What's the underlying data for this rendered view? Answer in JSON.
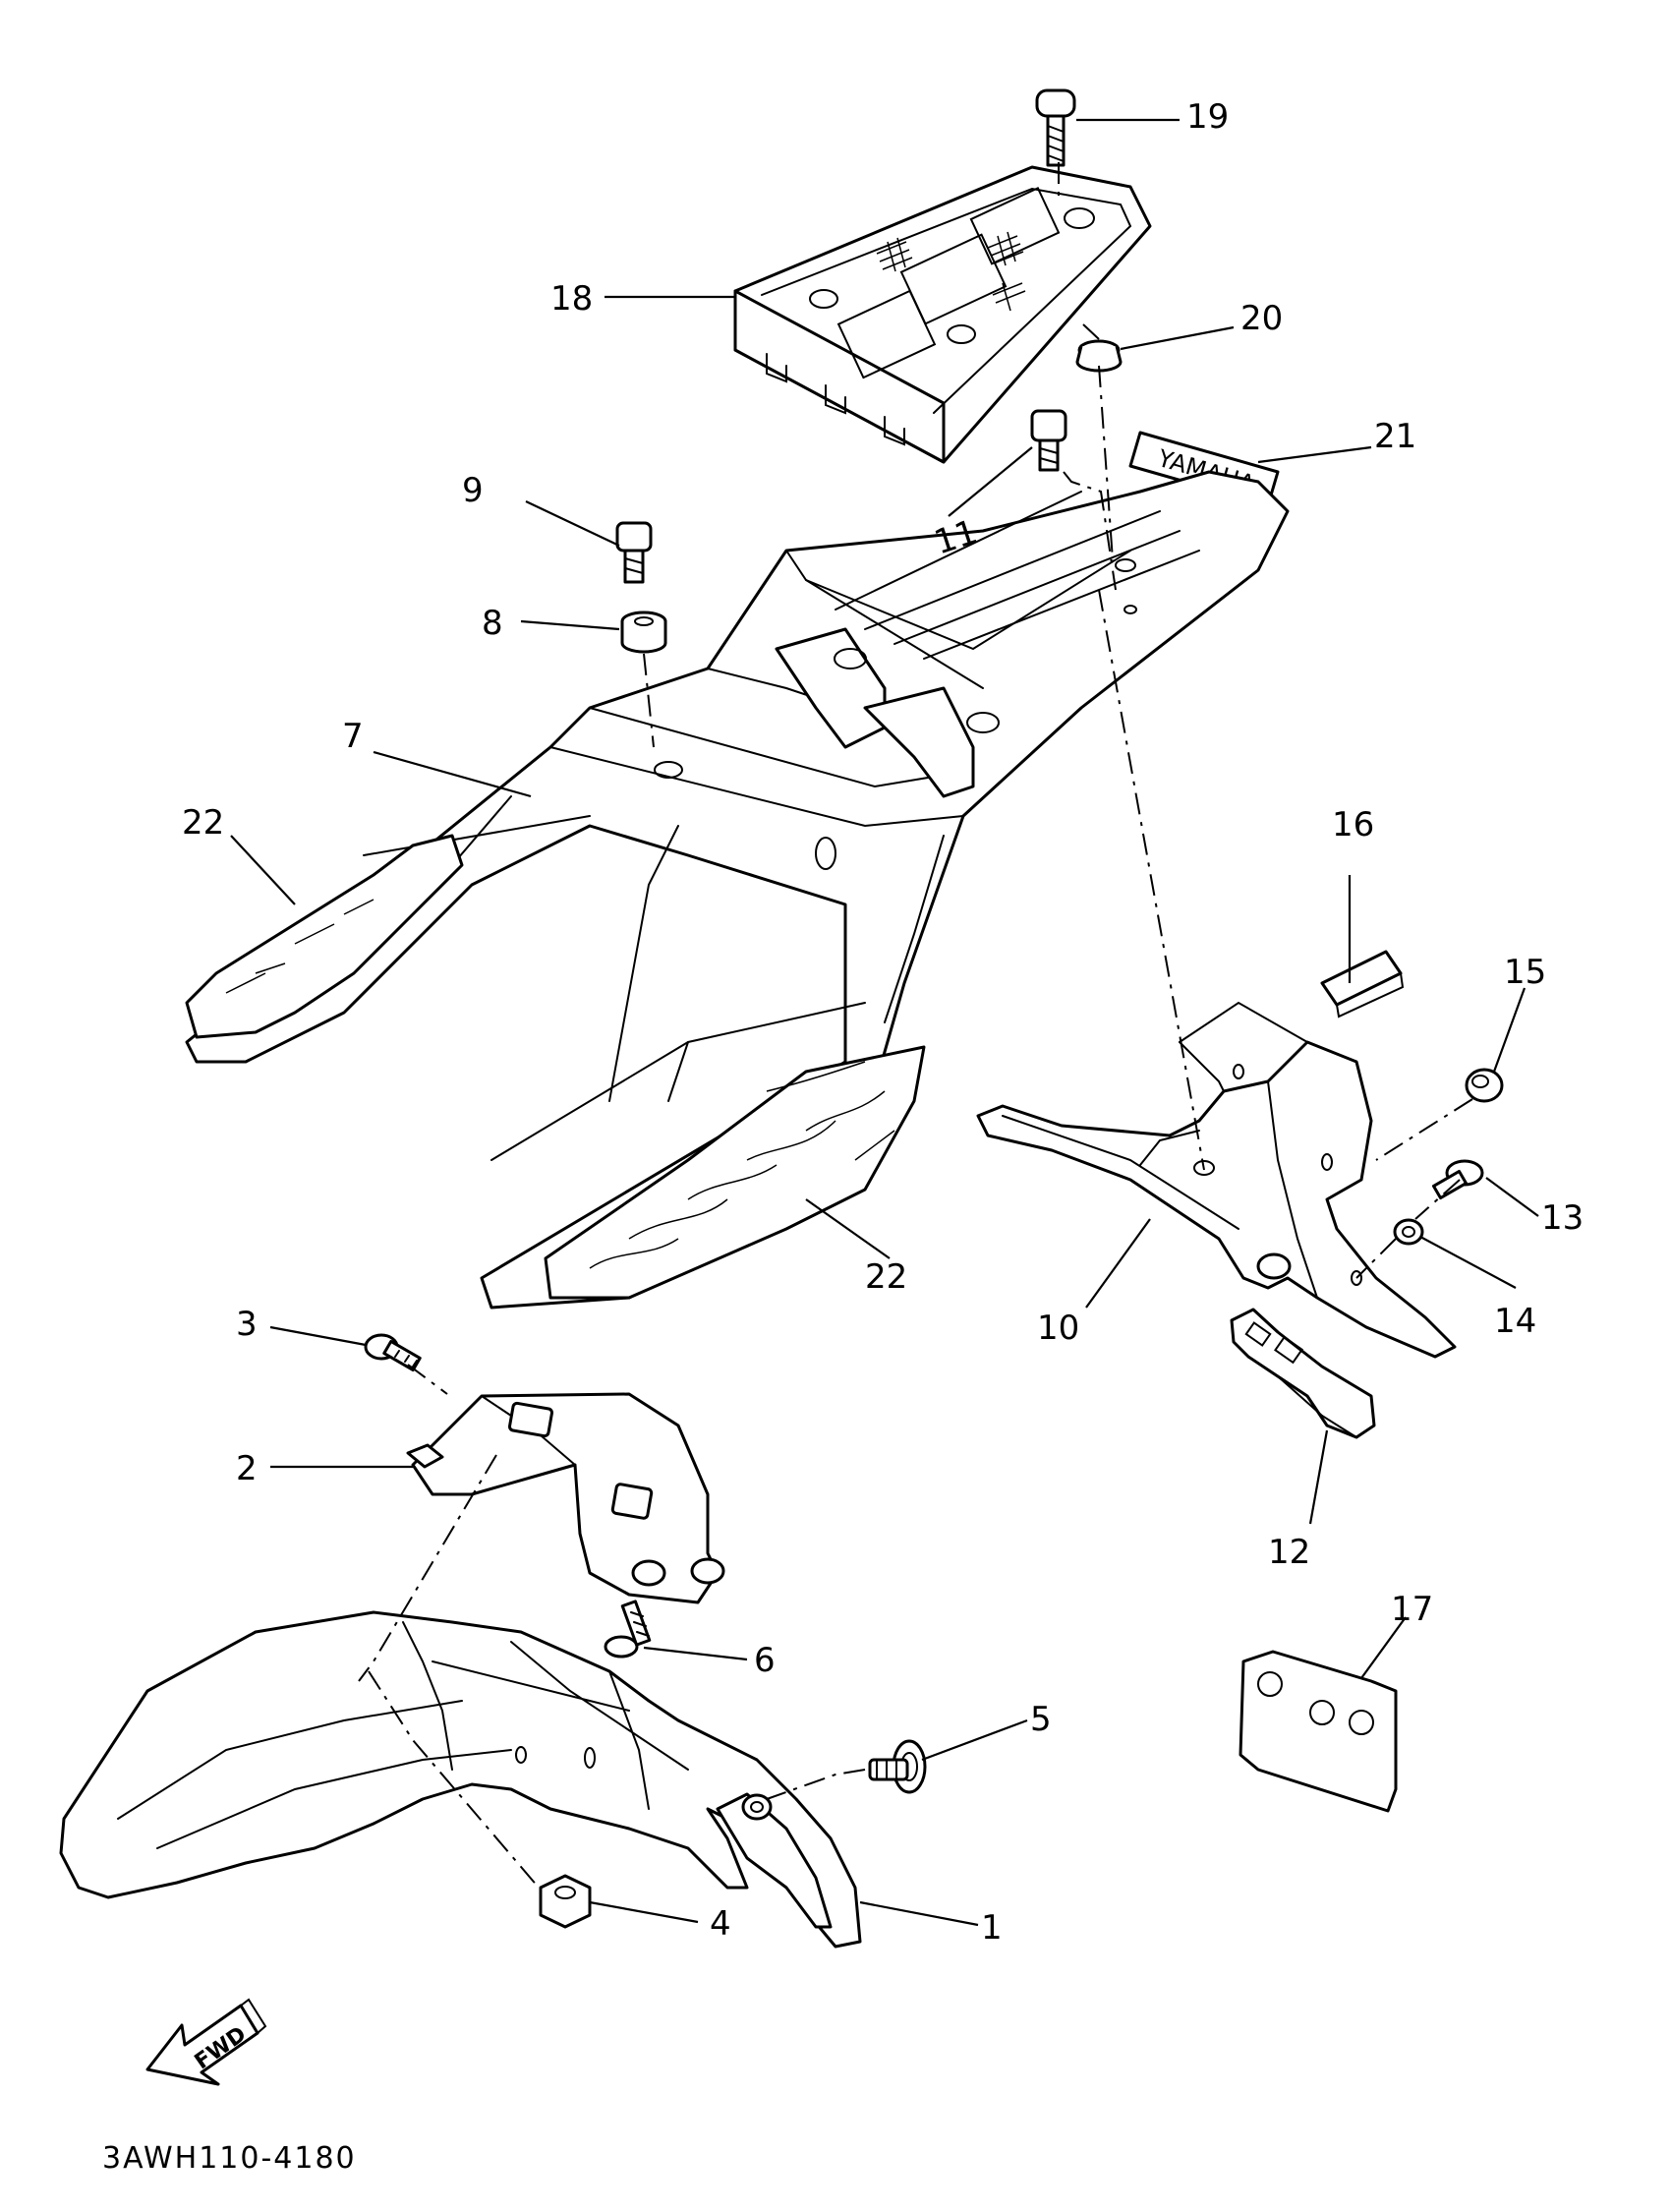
{
  "callouts": [
    {
      "id": "c1",
      "label": "1"
    },
    {
      "id": "c2",
      "label": "2"
    },
    {
      "id": "c3",
      "label": "3"
    },
    {
      "id": "c4",
      "label": "4"
    },
    {
      "id": "c5",
      "label": "5"
    },
    {
      "id": "c6",
      "label": "6"
    },
    {
      "id": "c7",
      "label": "7"
    },
    {
      "id": "c8",
      "label": "8"
    },
    {
      "id": "c9",
      "label": "9"
    },
    {
      "id": "c10",
      "label": "10"
    },
    {
      "id": "c11",
      "label": "11"
    },
    {
      "id": "c12",
      "label": "12"
    },
    {
      "id": "c13",
      "label": "13"
    },
    {
      "id": "c14",
      "label": "14"
    },
    {
      "id": "c15",
      "label": "15"
    },
    {
      "id": "c16",
      "label": "16"
    },
    {
      "id": "c17",
      "label": "17"
    },
    {
      "id": "c18",
      "label": "18"
    },
    {
      "id": "c19",
      "label": "19"
    },
    {
      "id": "c20",
      "label": "20"
    },
    {
      "id": "c21",
      "label": "21"
    },
    {
      "id": "c22a",
      "label": "22"
    },
    {
      "id": "c22b",
      "label": "22"
    }
  ],
  "direction_arrow": {
    "label": "FWD"
  },
  "decal_text": "YAMAHA",
  "diagram_code": "3AWH110-4180",
  "icons": [
    "fwd-arrow-icon"
  ]
}
